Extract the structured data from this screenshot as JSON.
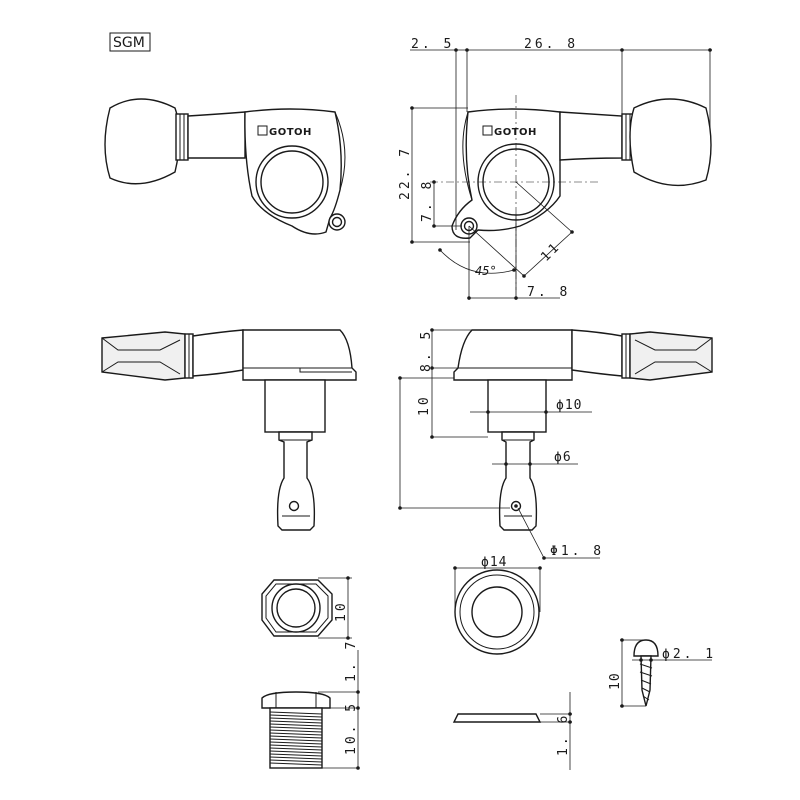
{
  "model_label": "SGM",
  "brand_logo": "GOTOH",
  "dimensions": {
    "top_offset": "2. 5",
    "top_width": "26. 8",
    "height_total": "22. 7",
    "screw_offset_v": "7. 8",
    "screw_offset_h": "7. 8",
    "diag_length": "11",
    "angle": "45°",
    "housing_height": "8. 5",
    "post_length": "10",
    "post_diameter_large": "ϕ10",
    "post_diameter_small": "ϕ6",
    "hole_diameter": "Φ1. 8",
    "nut_height": "10",
    "washer_diameter": "ϕ14",
    "bushing_flange": "1. 7",
    "bushing_thread": "10. 5",
    "washer_thickness": "1. 6",
    "screw_diameter": "ϕ2. 1",
    "screw_length": "10"
  }
}
